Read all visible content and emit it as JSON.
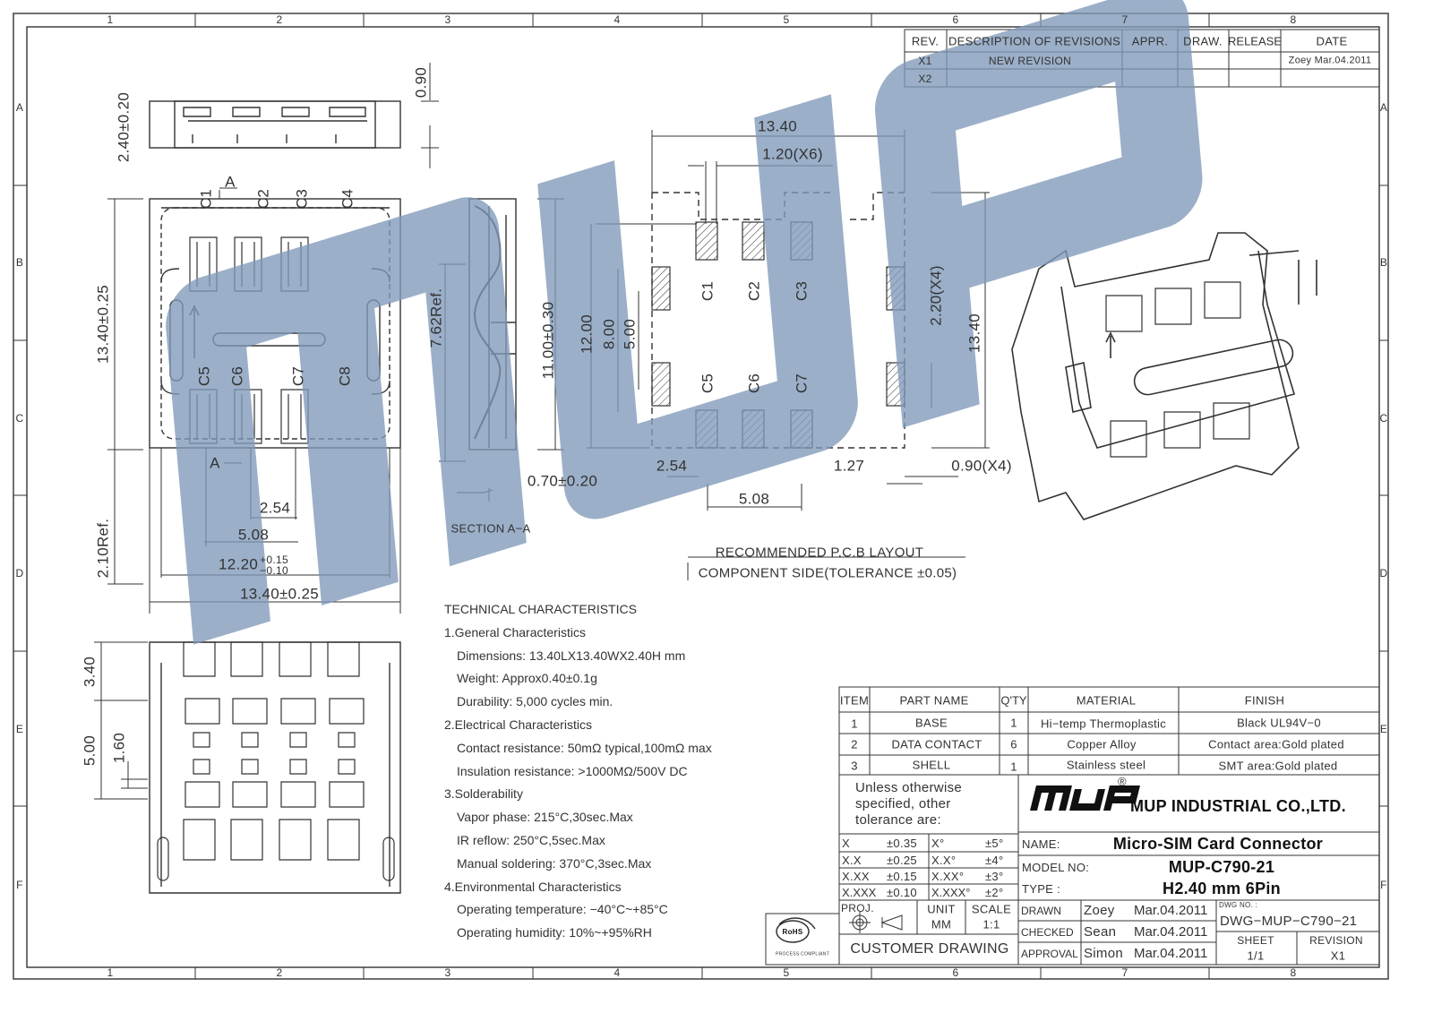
{
  "frame": {
    "columns": [
      "1",
      "2",
      "3",
      "4",
      "5",
      "6",
      "7",
      "8"
    ],
    "rows": [
      "A",
      "B",
      "C",
      "D",
      "E",
      "F"
    ]
  },
  "watermark": "MUP",
  "revision_table": {
    "headers": [
      "REV.",
      "DESCRIPTION OF REVISIONS",
      "APPR.",
      "DRAW.",
      "RELEASE",
      "DATE"
    ],
    "rows": [
      [
        "X1",
        "NEW REVISION",
        "",
        "",
        "",
        "Zoey  Mar.04.2011"
      ],
      [
        "X2",
        "",
        "",
        "",
        "",
        ""
      ]
    ]
  },
  "side_view": {
    "height": "2.40±0.20",
    "top": "0.90"
  },
  "top_view": {
    "section_mark_top": "A",
    "section_mark_bottom": "A",
    "contacts_top": [
      "C1",
      "C2",
      "C3",
      "C4"
    ],
    "contacts_bottom": [
      "C5",
      "C6",
      "C7",
      "C8"
    ],
    "length": "13.40±0.25",
    "pitch": "2.54",
    "span": "5.08",
    "inner_width": "12.20",
    "inner_tol_plus": "+0.15",
    "inner_tol_minus": "−0.10",
    "ref": "2.10Ref.",
    "width": "13.40±0.25"
  },
  "section_view": {
    "ref": "7.62Ref.",
    "height": "11.00±0.30",
    "offset": "0.70±0.20",
    "title": "SECTION  A−A"
  },
  "pcb_layout": {
    "width": "13.40",
    "pad_width": "1.20(X6)",
    "h12": "12.00",
    "h8": "8.00",
    "h5": "5.00",
    "pads_top": [
      "C1",
      "C2",
      "C3"
    ],
    "pads_bottom": [
      "C5",
      "C6",
      "C7"
    ],
    "side_pad": "2.20(X4)",
    "height": "13.40",
    "pitch": "2.54",
    "gap": "1.27",
    "side_pad_width": "0.90(X4)",
    "span": "5.08",
    "title": "RECOMMENDED  P.C.B  LAYOUT",
    "subtitle": "COMPONENT  SIDE(TOLERANCE  ±0.05)"
  },
  "bottom_view": {
    "d1": "3.40",
    "d2": "5.00",
    "d3": "1.60"
  },
  "technical": {
    "title": "TECHNICAL  CHARACTERISTICS",
    "lines": [
      {
        "text": "1.General  Characteristics",
        "indent": false
      },
      {
        "text": "Dimensions: 13.40LX13.40WX2.40H  mm",
        "indent": true
      },
      {
        "text": "Weight: Approx0.40±0.1g",
        "indent": true
      },
      {
        "text": "Durability: 5,000  cycles  min.",
        "indent": true
      },
      {
        "text": "2.Electrical  Characteristics",
        "indent": false
      },
      {
        "text": "Contact  resistance: 50mΩ  typical,100mΩ  max",
        "indent": true
      },
      {
        "text": "Insulation  resistance: >1000MΩ/500V  DC",
        "indent": true
      },
      {
        "text": "3.Solderability",
        "indent": false
      },
      {
        "text": "Vapor  phase: 215°C,30sec.Max",
        "indent": true
      },
      {
        "text": "IR  reflow: 250°C,5sec.Max",
        "indent": true
      },
      {
        "text": "Manual  soldering: 370°C,3sec.Max",
        "indent": true
      },
      {
        "text": "4.Environmental  Characteristics",
        "indent": false
      },
      {
        "text": "Operating  temperature: −40°C~+85°C",
        "indent": true
      },
      {
        "text": "Operating  humidity: 10%~+95%RH",
        "indent": true
      }
    ]
  },
  "bom": {
    "headers": [
      "ITEM",
      "PART NAME",
      "Q'TY",
      "MATERIAL",
      "FINISH"
    ],
    "rows": [
      [
        "1",
        "BASE",
        "1",
        "Hi−temp  Thermoplastic",
        "Black  UL94V−0"
      ],
      [
        "2",
        "DATA  CONTACT",
        "6",
        "Copper  Alloy",
        "Contact  area:Gold  plated"
      ],
      [
        "3",
        "SHELL",
        "1",
        "Stainless  steel",
        "SMT  area:Gold  plated"
      ]
    ]
  },
  "title_block": {
    "tolerance_note": [
      "Unless  otherwise",
      "specified,  other",
      "tolerance  are:"
    ],
    "tolerances": [
      [
        "X",
        "±0.35",
        "X°",
        "±5°"
      ],
      [
        "X.X",
        "±0.25",
        "X.X°",
        "±4°"
      ],
      [
        "X.XX",
        "±0.15",
        "X.XX°",
        "±3°"
      ],
      [
        "X.XXX",
        "±0.10",
        "X.XXX°",
        "±2°"
      ]
    ],
    "proj_label": "PROJ.",
    "unit_label": "UNIT",
    "unit": "MM",
    "scale_label": "SCALE",
    "scale": "1:1",
    "customer_drawing": "CUSTOMER  DRAWING",
    "rohs": "RoHS",
    "rohs_sub": "PROCESS COMPLIANT",
    "logo": "MUP",
    "registered": "®",
    "company": "MUP INDUSTRIAL CO.,LTD.",
    "name_label": "NAME:",
    "name": "Micro-SIM Card Connector",
    "model_label": "MODEL  NO:",
    "model": "MUP-C790-21",
    "type_label": "TYPE  :",
    "type": "H2.40 mm 6Pin",
    "signoffs": [
      [
        "DRAWN",
        "Zoey",
        "Mar.04.2011"
      ],
      [
        "CHECKED",
        "Sean",
        "Mar.04.2011"
      ],
      [
        "APPROVAL",
        "Simon",
        "Mar.04.2011"
      ]
    ],
    "dwg_no_label": "DWG NO. :",
    "dwg_no": "DWG−MUP−C790−21",
    "sheet_label": "SHEET",
    "sheet": "1/1",
    "revision_label": "REVISION",
    "revision": "X1"
  }
}
